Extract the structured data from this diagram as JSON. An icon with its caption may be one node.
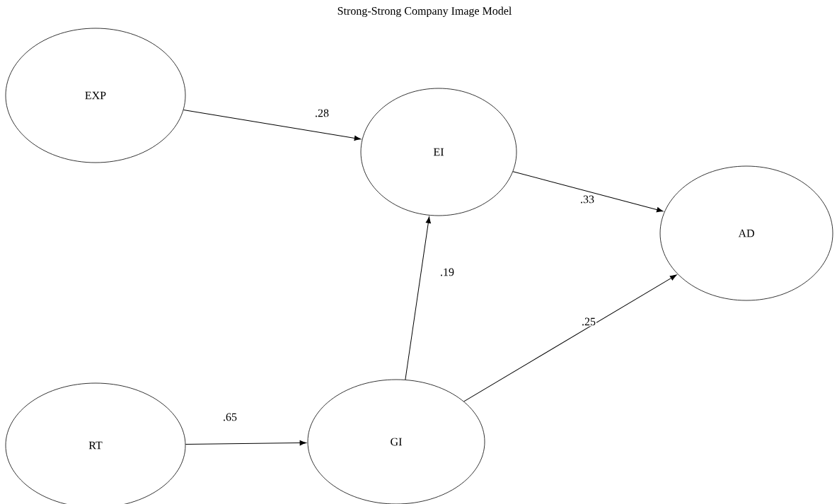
{
  "diagram": {
    "title": "Strong-Strong Company Image Model",
    "nodes": [
      {
        "text": [
          "EXP"
        ]
      },
      {
        "text": [
          "EI"
        ]
      },
      {
        "text": [
          "AD"
        ]
      },
      {
        "text": [
          "RT"
        ]
      },
      {
        "text": [
          "GI"
        ]
      }
    ],
    "edges": [
      {
        "from": 0,
        "to": 1,
        "arrow": "to",
        "label": ".28"
      },
      {
        "from": 1,
        "to": 2,
        "arrow": "to",
        "label": ".33"
      },
      {
        "from": 4,
        "to": 1,
        "arrow": "to",
        "label": ".19"
      },
      {
        "from": 4,
        "to": 2,
        "arrow": "to",
        "label": ".25"
      },
      {
        "from": 3,
        "to": 4,
        "arrow": "to",
        "label": ".65"
      }
    ]
  }
}
